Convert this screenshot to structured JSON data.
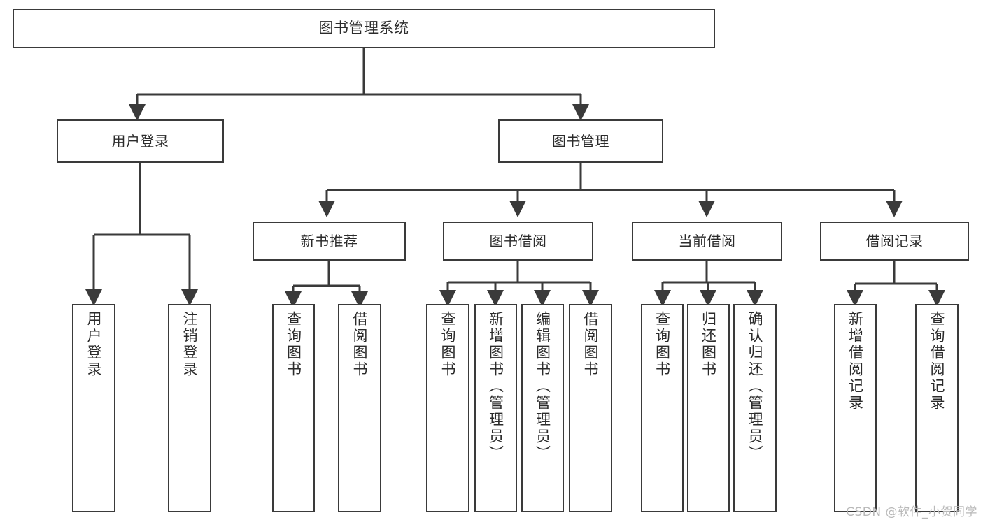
{
  "diagram": {
    "title": "图书管理系统",
    "type": "tree-hierarchy-diagram",
    "stroke_color": "#3a3a3a",
    "fill_color": "#ffffff",
    "text_color": "#2b2b2b"
  },
  "root": {
    "label": "图书管理系统"
  },
  "level2": [
    {
      "label": "用户登录"
    },
    {
      "label": "图书管理"
    }
  ],
  "level3": [
    {
      "label": "新书推荐"
    },
    {
      "label": "图书借阅"
    },
    {
      "label": "当前借阅"
    },
    {
      "label": "借阅记录"
    }
  ],
  "leaves": {
    "user_login": [
      {
        "label": "用户登录"
      },
      {
        "label": "注销登录"
      }
    ],
    "new_book": [
      {
        "label": "查询图书"
      },
      {
        "label": "借阅图书"
      }
    ],
    "book_borrow": [
      {
        "label": "查询图书"
      },
      {
        "label": "新增图书（管理员）"
      },
      {
        "label": "编辑图书（管理员）"
      },
      {
        "label": "借阅图书"
      }
    ],
    "current_borrow": [
      {
        "label": "查询图书"
      },
      {
        "label": "归还图书"
      },
      {
        "label": "确认归还（管理员）"
      }
    ],
    "borrow_record": [
      {
        "label": "新增借阅记录"
      },
      {
        "label": "查询借阅记录"
      }
    ]
  },
  "watermark": {
    "text": "CSDN @软件_小贺同学"
  }
}
